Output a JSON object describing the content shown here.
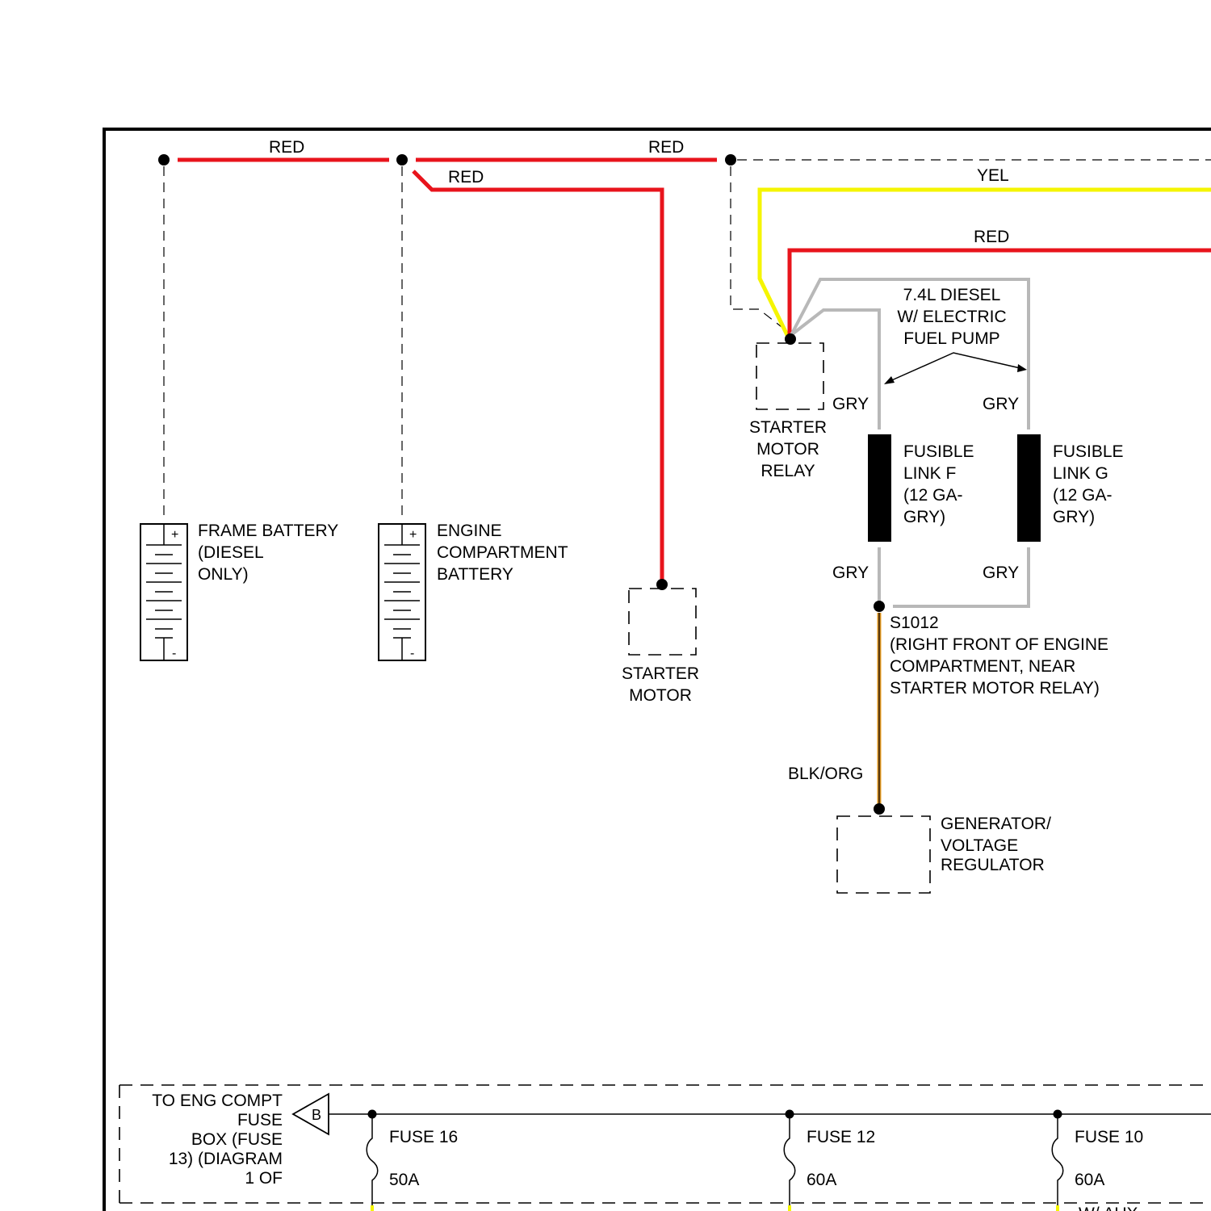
{
  "wires": {
    "red_top_left": "RED",
    "red_top_right": "RED",
    "red_to_starter": "RED",
    "yel": "YEL",
    "red_relay": "RED",
    "gry_f_top": "GRY",
    "gry_g_top": "GRY",
    "gry_f_bottom": "GRY",
    "gry_g_bottom": "GRY",
    "blk_org": "BLK/ORG"
  },
  "components": {
    "frame_battery": [
      "FRAME BATTERY",
      "(DIESEL",
      "ONLY)"
    ],
    "engine_battery": [
      "ENGINE",
      "COMPARTMENT",
      "BATTERY"
    ],
    "starter_motor": [
      "STARTER",
      "MOTOR"
    ],
    "starter_relay": [
      "STARTER",
      "MOTOR",
      "RELAY"
    ],
    "diesel_note": [
      "7.4L DIESEL",
      "W/ ELECTRIC",
      "FUEL PUMP"
    ],
    "fusible_f": [
      "FUSIBLE",
      "LINK F",
      "(12 GA-",
      "GRY)"
    ],
    "fusible_g": [
      "FUSIBLE",
      "LINK G",
      "(12 GA-",
      "GRY)"
    ],
    "splice": [
      "S1012",
      "(RIGHT FRONT OF ENGINE",
      "COMPARTMENT, NEAR",
      "STARTER MOTOR RELAY)"
    ],
    "generator": [
      "GENERATOR/",
      "VOLTAGE",
      "REGULATOR"
    ],
    "battery_plus": "+",
    "battery_minus": "-"
  },
  "fuse_box": {
    "reference": [
      "TO ENG COMPT",
      "FUSE",
      "BOX (FUSE",
      "13) (DIAGRAM",
      "1 OF"
    ],
    "connector": "B",
    "fuses": [
      {
        "name": "FUSE 16",
        "rating": "50A"
      },
      {
        "name": "FUSE 12",
        "rating": "60A"
      },
      {
        "name": "FUSE 10",
        "rating": "60A"
      }
    ],
    "cut_note": "W/ AUX"
  },
  "colors": {
    "red": "#e8141c",
    "yellow": "#f5f500",
    "gray": "#b8b8b8",
    "blk_org": "#5a3a12",
    "black": "#000000"
  }
}
